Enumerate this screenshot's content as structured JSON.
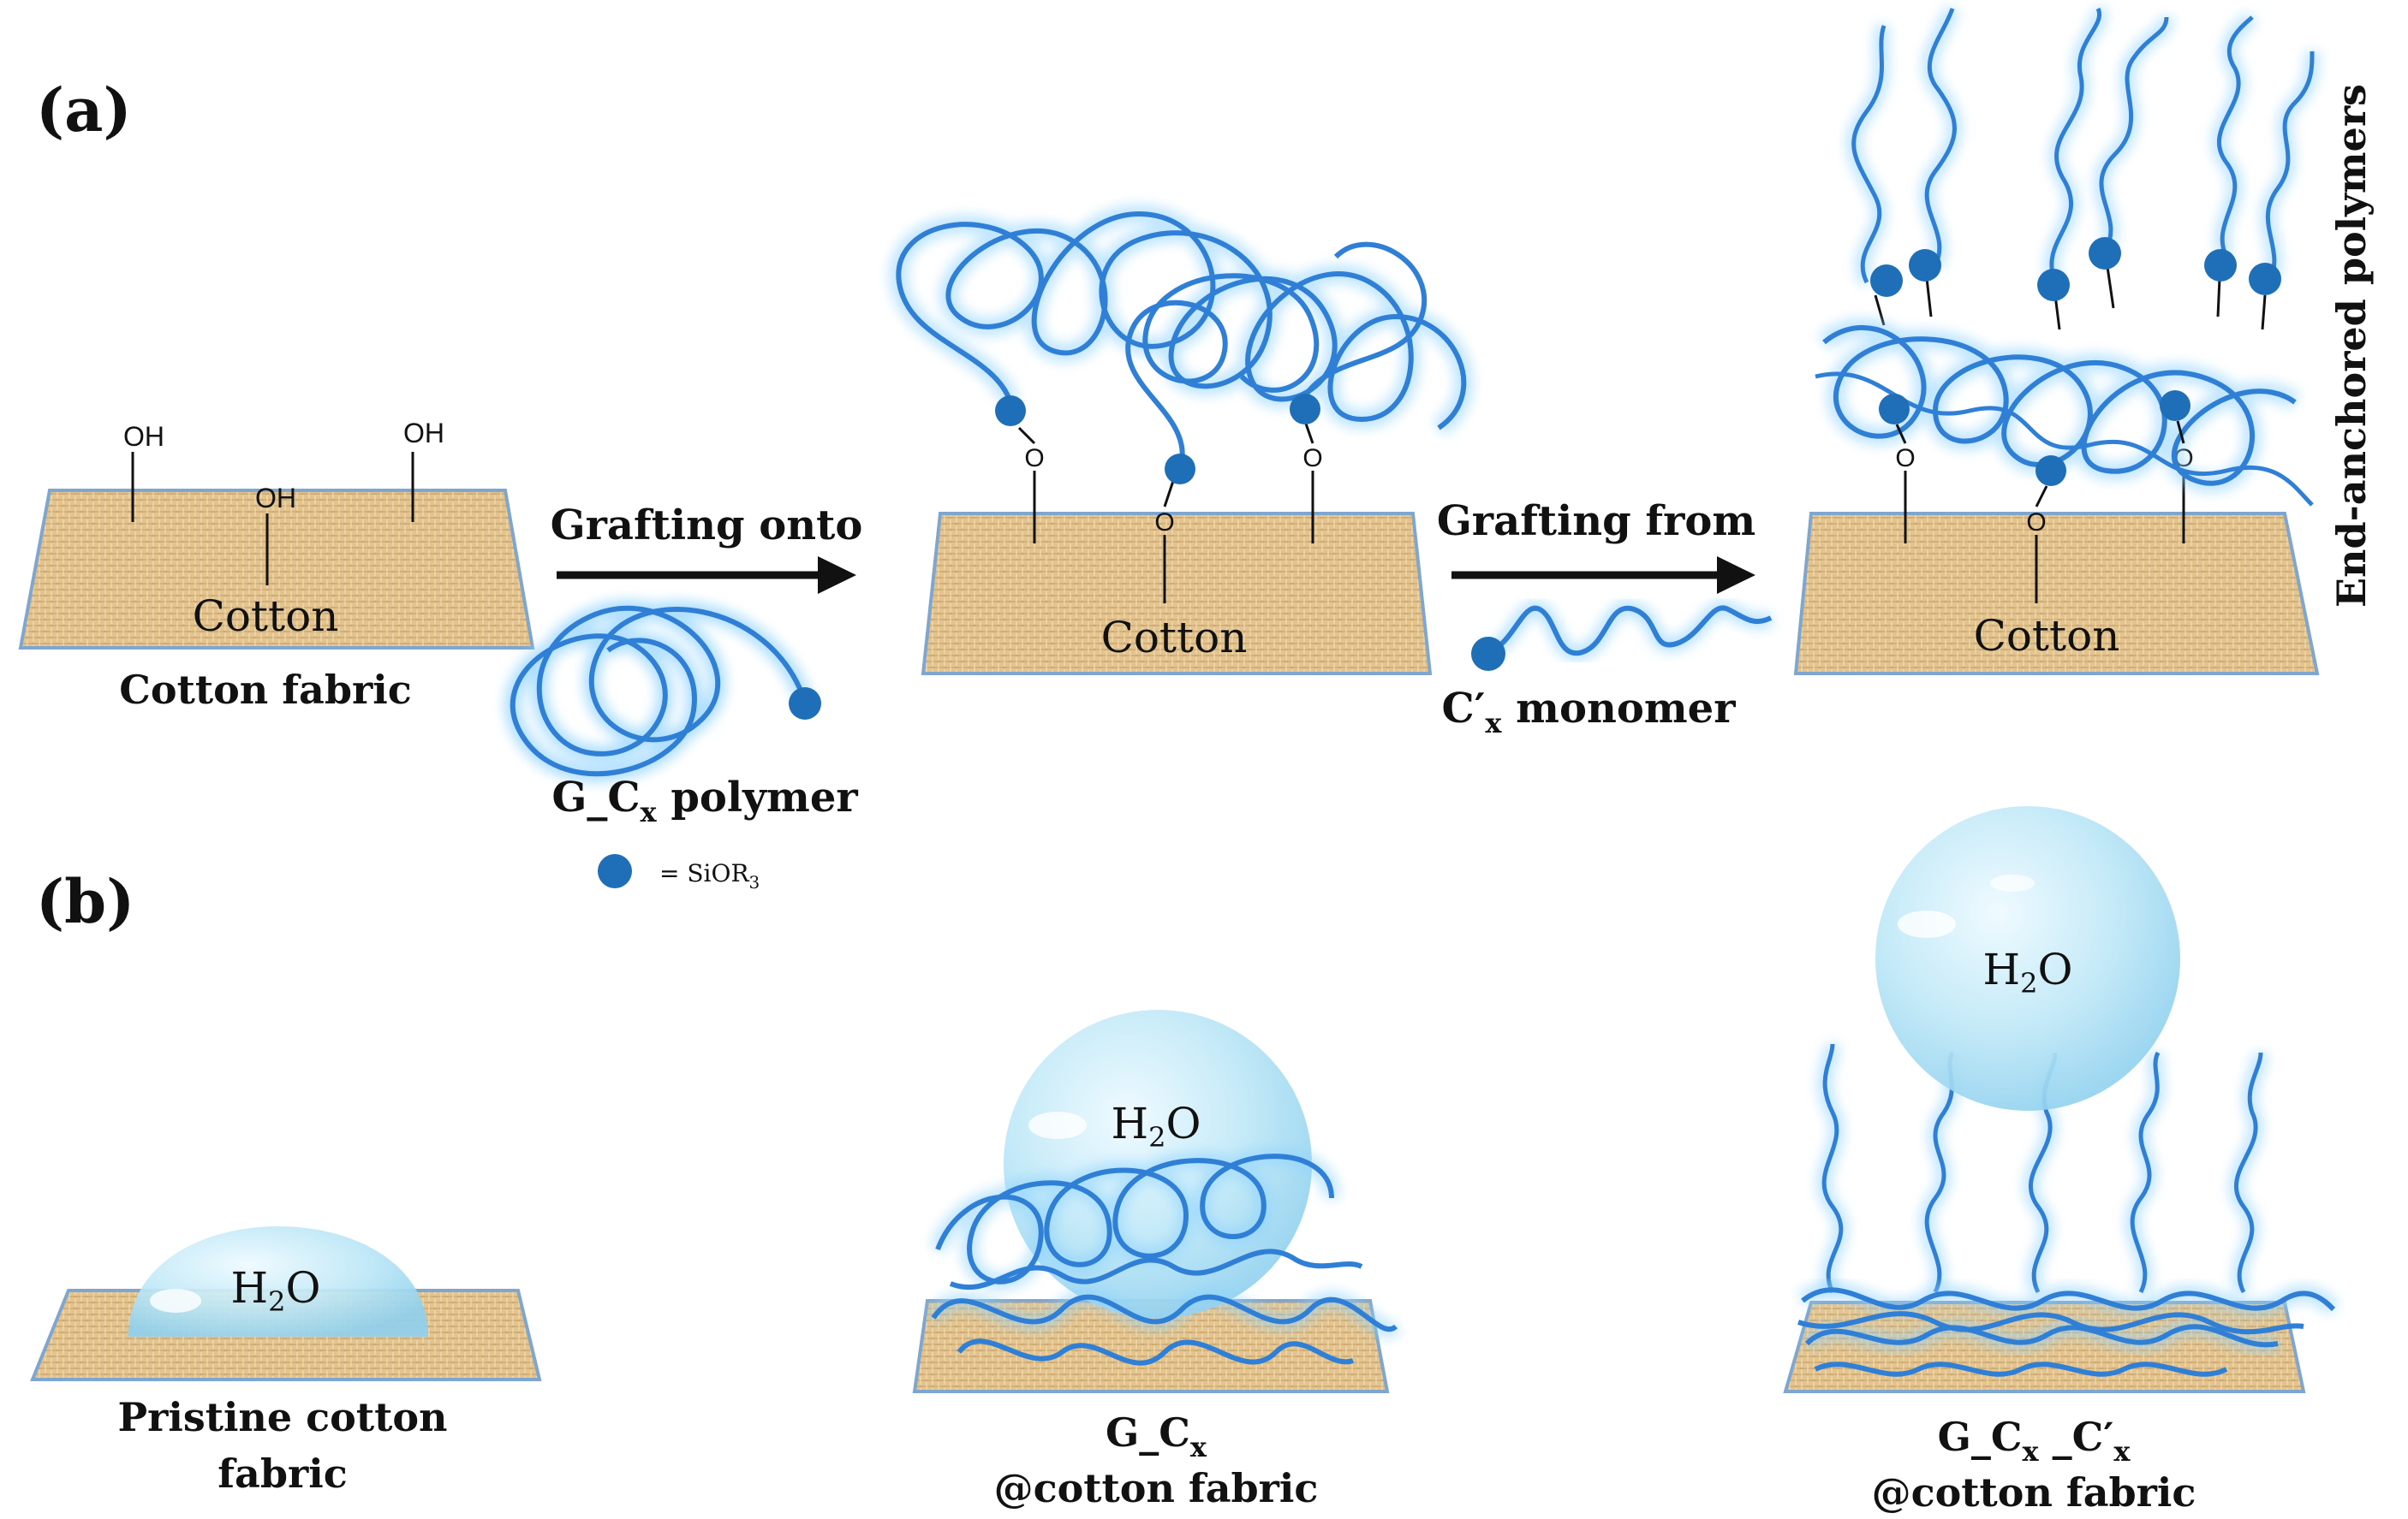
{
  "panel_labels": {
    "a": "(a)",
    "b": "(b)"
  },
  "colors": {
    "fabric_fill": "#e3c48f",
    "fabric_edge": "#7fa6cf",
    "polymer_stroke": "#2f7fd6",
    "polymer_glow": "#8fd3ff",
    "anchor_fill": "#1f6fb8",
    "drop_fill": "#bfe8f7",
    "text": "#111111"
  },
  "icons": [
    "sior3-anchor-icon",
    "arrow-icon",
    "water-drop-icon",
    "polymer-coil-icon"
  ],
  "panel_a": {
    "stage1": {
      "oh_labels": [
        "OH",
        "OH",
        "OH"
      ],
      "fabric_label": "Cotton",
      "caption": "Cotton fabric"
    },
    "step1": {
      "arrow_label": "Grafting onto",
      "reagent_base": "G_C",
      "reagent_sub": "x",
      "reagent_suffix": " polymer"
    },
    "legend": {
      "text": "= SiOR",
      "sub": "3"
    },
    "stage2": {
      "o_labels": [
        "O",
        "O",
        "O"
      ],
      "fabric_label": "Cotton"
    },
    "step2": {
      "arrow_label": "Grafting from",
      "monomer_base": "C′",
      "monomer_sub": "x",
      "monomer_suffix": " monomer"
    },
    "stage3": {
      "o_labels": [
        "O",
        "O",
        "O"
      ],
      "fabric_label": "Cotton",
      "side_label": "End-anchored polymers"
    }
  },
  "panel_b": {
    "drop_base": "H",
    "drop_sub": "2",
    "drop_suffix": "O",
    "sample1": {
      "caption_line1": "Pristine cotton",
      "caption_line2": "fabric"
    },
    "sample2": {
      "caption_base": "G_C",
      "caption_sub": "x",
      "caption_line2": "@cotton fabric"
    },
    "sample3": {
      "caption_base": "G_C",
      "caption_sub1": "x",
      "caption_mid": " _C′",
      "caption_sub2": "x",
      "caption_line2": "@cotton fabric"
    }
  }
}
